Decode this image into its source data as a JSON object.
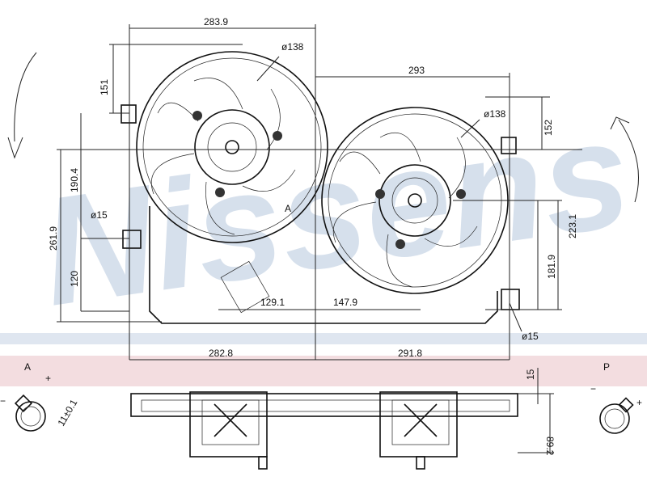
{
  "watermark": "Nissens",
  "colors": {
    "band": "#f3dde0",
    "watermark": "#c9d6e6",
    "ink": "#111111"
  },
  "dimensions": {
    "top_width_left": "283.9",
    "left_fan_diameter": "ø138",
    "left_offset_151": "151",
    "right_width": "293",
    "right_fan_diameter": "ø138",
    "right_offset_152": "152",
    "height_190": "190.4",
    "height_261": "261.9",
    "mount_hole_left": "ø15",
    "height_120": "120",
    "span_129": "129.1",
    "span_147": "147.9",
    "height_181": "181.9",
    "height_223": "223.1",
    "mount_hole_right": "ø15",
    "bottom_left": "282.8",
    "bottom_right": "291.8",
    "side_15": "15",
    "side_89": "89.2",
    "connector_width": "11±0.1"
  },
  "labels": {
    "view_a": "A",
    "fan_a": "A",
    "view_p": "P",
    "plus": "+",
    "minus": "−"
  }
}
